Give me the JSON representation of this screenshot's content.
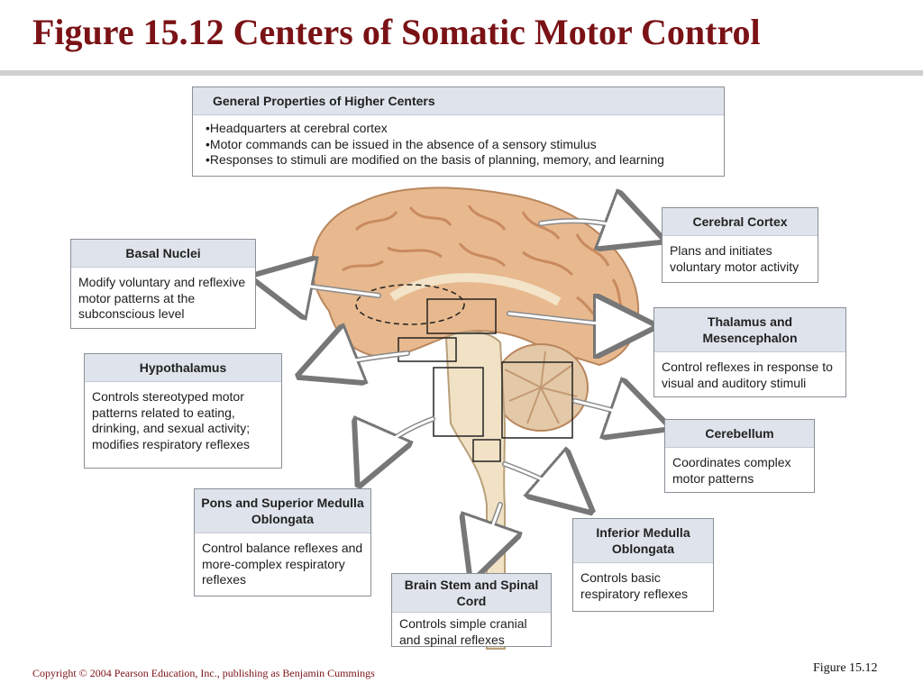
{
  "title": "Figure 15.12  Centers of Somatic Motor Control",
  "general": {
    "heading": "General Properties of Higher Centers",
    "items": [
      "•Headquarters at cerebral cortex",
      "•Motor commands can be issued in the absence of a sensory stimulus",
      "•Responses to stimuli are modified on the basis of planning, memory, and learning"
    ]
  },
  "boxes": {
    "cerebral_cortex": {
      "heading": "Cerebral Cortex",
      "text": "Plans and initiates voluntary motor activity"
    },
    "basal_nuclei": {
      "heading": "Basal Nuclei",
      "text": "Modify voluntary and reflexive motor patterns at the subconscious level"
    },
    "thalamus": {
      "heading": "Thalamus and Mesencephalon",
      "text": "Control reflexes in response to visual and auditory stimuli"
    },
    "hypothalamus": {
      "heading": "Hypothalamus",
      "text": "Controls stereotyped motor patterns related to eating, drinking, and sexual activity; modifies respiratory reflexes"
    },
    "cerebellum": {
      "heading": "Cerebellum",
      "text": "Coordinates complex motor patterns"
    },
    "pons": {
      "heading": "Pons and Superior Medulla Oblongata",
      "text": "Control balance reflexes and more-complex respiratory reflexes"
    },
    "inferior_medulla": {
      "heading": "Inferior Medulla Oblongata",
      "text": "Controls basic respiratory reflexes"
    },
    "brainstem": {
      "heading": "Brain Stem and Spinal Cord",
      "text": "Controls simple cranial and spinal reflexes"
    }
  },
  "footer": "Copyright © 2004 Pearson Education, Inc., publishing as Benjamin Cummings",
  "figure_ref": "Figure 15.12",
  "colors": {
    "title": "#7a1216",
    "header_fill": "#dfe4ec",
    "brain": "#e8b98e",
    "brain_dark": "#c98a5f"
  }
}
